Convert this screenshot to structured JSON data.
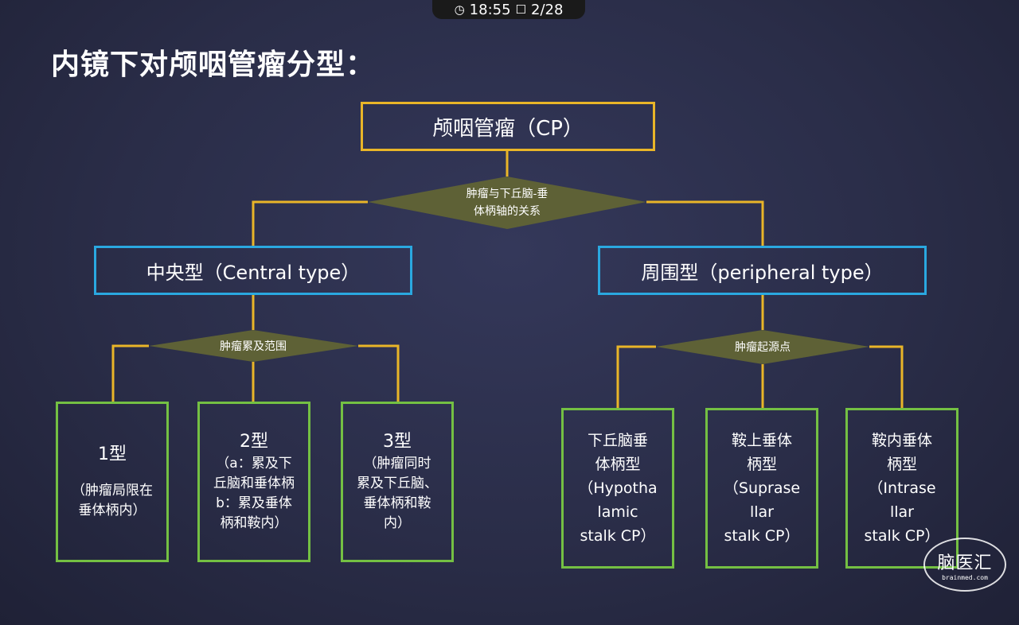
{
  "status": {
    "time": "18:55",
    "page": "2/28"
  },
  "title": "内镜下对颅咽管瘤分型：",
  "root": "颅咽管瘤（CP）",
  "criteria": {
    "top": [
      "肿瘤与下丘脑-垂",
      "体柄轴的关系"
    ],
    "central": "肿瘤累及范围",
    "peripheral": "肿瘤起源点"
  },
  "central": {
    "label": "中央型（Central type）",
    "types": [
      {
        "title": "1型",
        "lines": [
          "（肿瘤局限在",
          "垂体柄内）"
        ]
      },
      {
        "title": "2型",
        "lines": [
          "（a：累及下",
          "丘脑和垂体柄",
          "b：累及垂体",
          "柄和鞍内）"
        ]
      },
      {
        "title": "3型",
        "lines": [
          "（肿瘤同时",
          "累及下丘脑、",
          "垂体柄和鞍",
          "内）"
        ]
      }
    ]
  },
  "peripheral": {
    "label": "周围型（peripheral type）",
    "types": [
      {
        "lines": [
          "下丘脑垂",
          "体柄型",
          "（Hypotha",
          "lamic",
          "stalk CP）"
        ]
      },
      {
        "lines": [
          "鞍上垂体",
          "柄型",
          "（Suprase",
          "llar",
          "stalk CP）"
        ]
      },
      {
        "lines": [
          "鞍内垂体",
          "柄型",
          "（Intrase",
          "llar",
          "stalk CP）"
        ]
      }
    ]
  },
  "watermark": {
    "name": "脑医汇",
    "url": "brainmed.com"
  },
  "colors": {
    "root_border": "#e9b528",
    "level1_border": "#2aa8e0",
    "leaf_border": "#74c043",
    "connector": "#e9b528",
    "diamond_fill": "#5e6136"
  }
}
